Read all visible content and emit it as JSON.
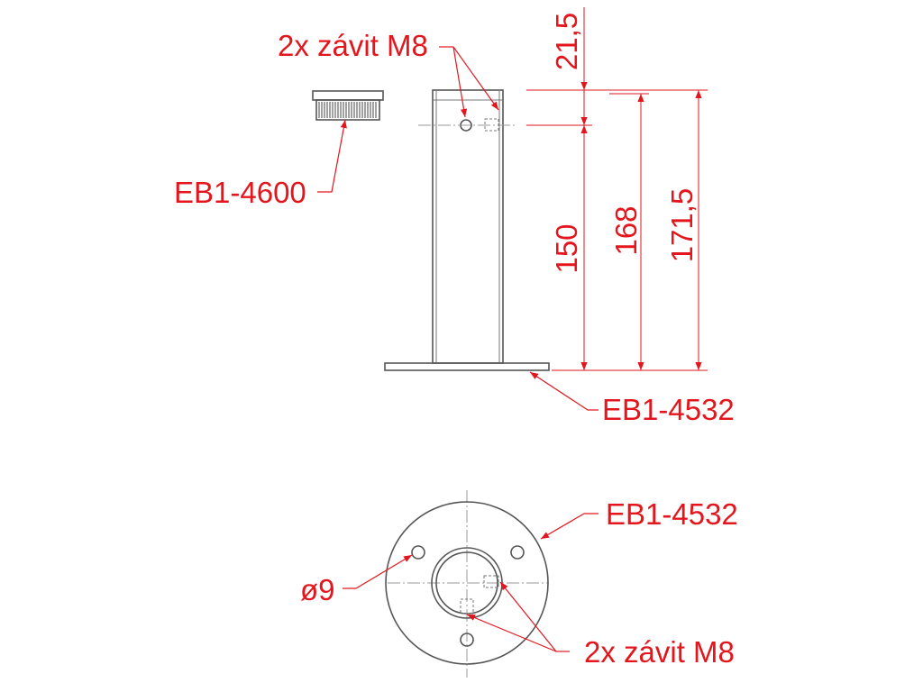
{
  "labels": {
    "thread_top": "2x závit M8",
    "cap_part": "EB1-4600",
    "flange_side_part": "EB1-4532",
    "flange_top_part": "EB1-4532",
    "hole_diameter": "ø9",
    "thread_bottom": "2x závit M8"
  },
  "dimensions": {
    "top_offset": "21,5",
    "height_a": "150",
    "height_b": "168",
    "height_c": "171,5"
  },
  "colors": {
    "annotation": "#e3161d",
    "geometry": "#555555"
  }
}
